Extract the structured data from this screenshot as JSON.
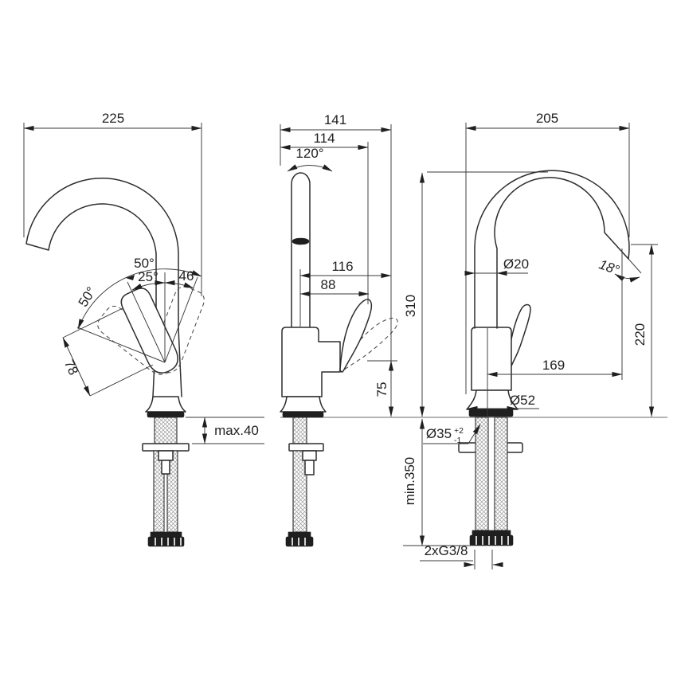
{
  "colors": {
    "background": "#ffffff",
    "line": "#2d2d2d"
  },
  "labels": {
    "front_width": "225",
    "front_swing_right": "50°",
    "front_swing_inner": "25°",
    "front_swing_offset": "46",
    "front_swing_left": "50°",
    "front_handle_length": "78",
    "front_deck_max": "max.40",
    "side_depth": "141",
    "side_depth_front": "114",
    "side_swivel_angle": "120°",
    "side_reach": "116",
    "side_reach_front": "88",
    "side_handle_height": "75",
    "back_width": "205",
    "back_spout_diameter": "Ø20",
    "back_outlet_angle": "18°",
    "back_height_total": "310",
    "back_height_outlet": "220",
    "back_reach": "169",
    "back_base_diameter": "Ø52",
    "back_hole_diameter": "Ø35",
    "back_hole_tol_plus": "+2",
    "back_hole_tol_minus": "-1",
    "back_min_hose_length": "min.350",
    "back_thread": "2xG3/8"
  }
}
